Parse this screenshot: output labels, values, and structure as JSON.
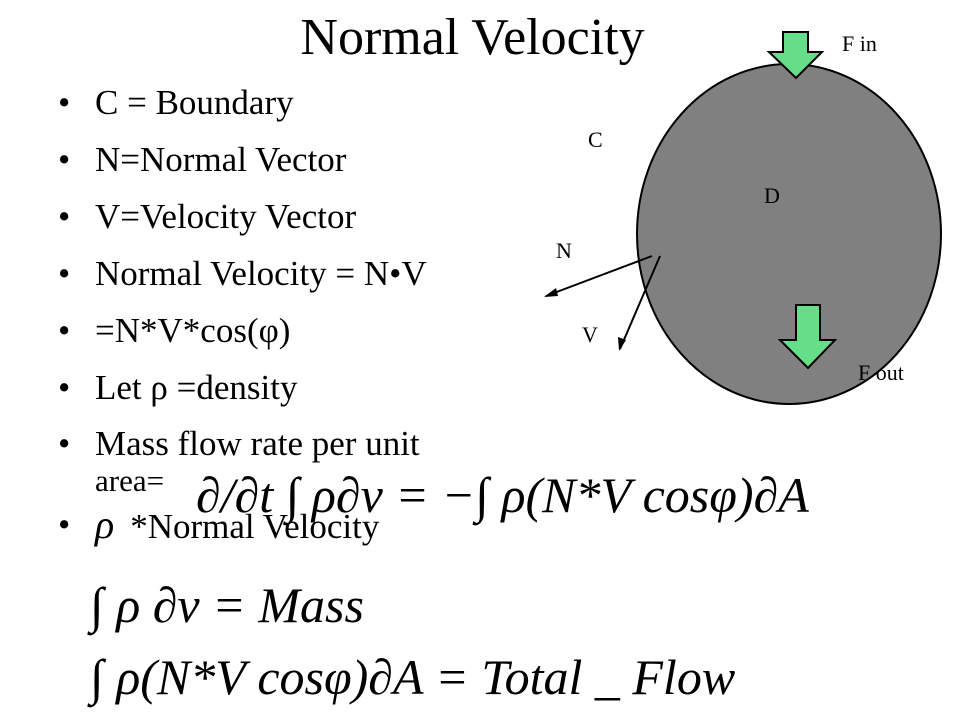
{
  "title": "Normal Velocity",
  "bullets": [
    "C = Boundary",
    "N=Normal Vector",
    "V=Velocity Vector",
    "Normal Velocity = N•V",
    "=N*V*cos(φ)",
    "Let ρ =density",
    "Mass flow rate per unit",
    "area=",
    "*Normal Velocity"
  ],
  "symbols": {
    "rho": "ρ",
    "bullet": "•"
  },
  "diagram": {
    "label_F_in": "F in",
    "label_F_out": "F out",
    "label_C": "C",
    "label_D": "D",
    "label_N": "N",
    "label_V": "V",
    "circle_color": "#808080",
    "arrow_color": "#66dd88"
  },
  "equations": {
    "mass_flow": "∂/∂t ∫ ρ∂v = −∫ ρ(N*V cosφ)∂A",
    "mass": "∫ ρ ∂v = Mass",
    "total_flow": "∫ ρ(N*V cosφ)∂A = Total _ Flow"
  }
}
